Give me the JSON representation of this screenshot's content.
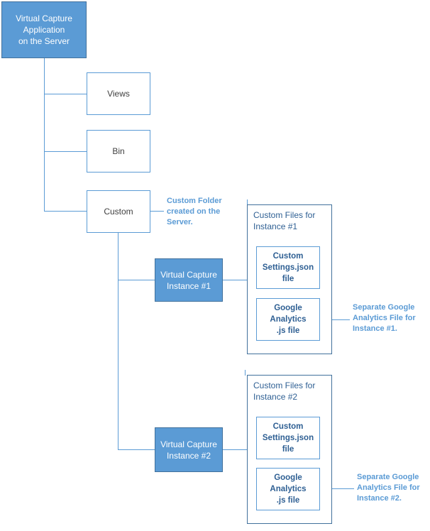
{
  "root": {
    "lines": [
      "Virtual Capture",
      "Application",
      "on the Server"
    ]
  },
  "folders": {
    "views": "Views",
    "bin": "Bin",
    "custom": "Custom"
  },
  "custom_callout": {
    "lines": [
      "Custom Folder",
      "created on the",
      "Server."
    ]
  },
  "instance1": {
    "lines": [
      "Virtual Capture",
      "Instance #1"
    ],
    "container_title": [
      "Custom Files for",
      "Instance #1"
    ],
    "settings_file": [
      "Custom",
      "Settings.json",
      "file"
    ],
    "analytics_file": [
      "Google",
      "Analytics",
      ".js file"
    ],
    "callout": [
      "Separate Google",
      "Analytics File for",
      "Instance #1."
    ]
  },
  "instance2": {
    "lines": [
      "Virtual Capture",
      "Instance #2"
    ],
    "container_title": [
      "Custom Files for",
      "Instance #2"
    ],
    "settings_file": [
      "Custom",
      "Settings.json",
      "file"
    ],
    "analytics_file": [
      "Google",
      "Analytics",
      ".js file"
    ],
    "callout": [
      "Separate Google",
      "Analytics File for",
      "Instance #2."
    ]
  },
  "colors": {
    "solid_fill": "#5b9bd5",
    "solid_border": "#41719c",
    "outline_border": "#5b9bd5",
    "connector": "#5b9bd5",
    "file_text": "#2e5f93",
    "callout_text": "#5b9bd5"
  }
}
